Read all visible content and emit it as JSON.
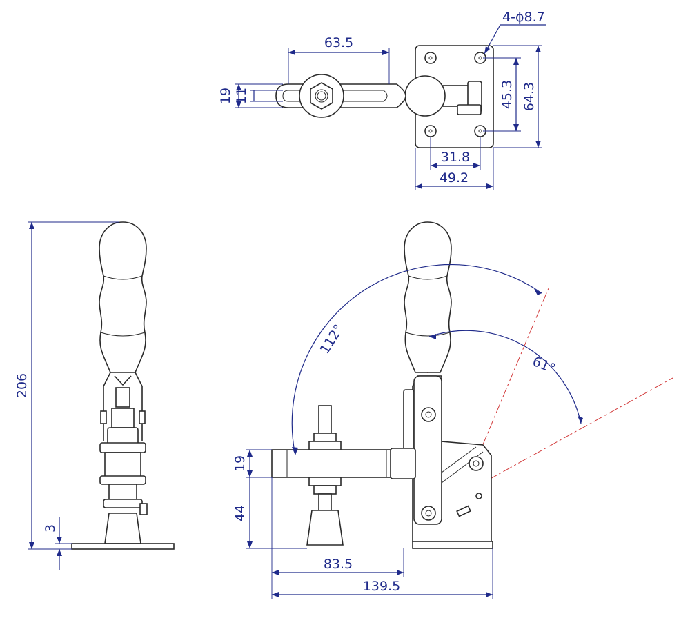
{
  "colors": {
    "dimension": "#1f2a8a",
    "outline": "#2a2a2a",
    "centerline": "#d23a3a",
    "background": "#ffffff"
  },
  "top_view": {
    "hole_note": "4-ϕ8.7",
    "dim_bar_length": "63.5",
    "dim_plate_height": "64.3",
    "dim_hole_spacing_v": "45.3",
    "dim_bar_width_outer": "19",
    "dim_bar_width_inner": "11",
    "dim_hole_spacing_h": "31.8",
    "dim_plate_width": "49.2"
  },
  "front_view": {
    "dim_overall_height": "206",
    "dim_base_thickness": "3"
  },
  "side_view": {
    "dim_bar_height": "19",
    "dim_spindle_height": "44",
    "dim_reach": "83.5",
    "dim_overall_length": "139.5",
    "angle_open": "112°",
    "angle_release": "61°"
  }
}
